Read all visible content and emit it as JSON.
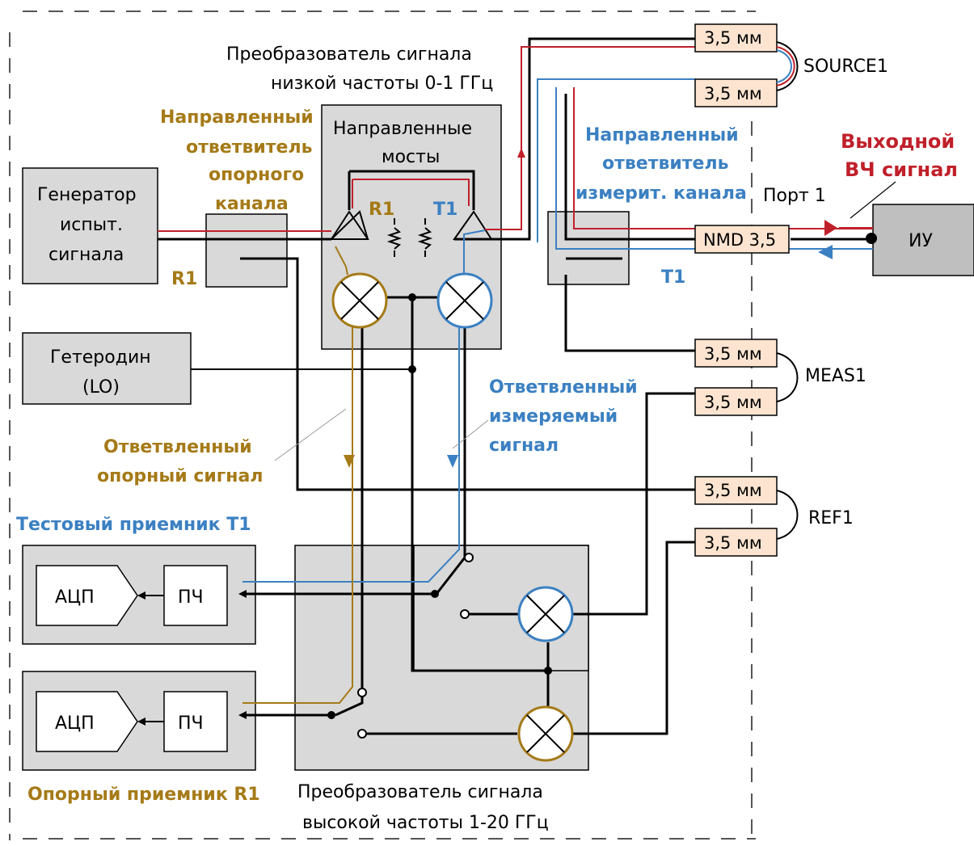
{
  "labels": {
    "lf_converter_1": "Преобразователь сигнала",
    "lf_converter_2": "низкой частоты 0-1 ГГц",
    "ref_coupler_1": "Направленный",
    "ref_coupler_2": "ответвитель",
    "ref_coupler_3": "опорного",
    "ref_coupler_4": "канала",
    "bridges_1": "Направленные",
    "bridges_2": "мосты",
    "meas_coupler_1": "Направленный",
    "meas_coupler_2": "ответвитель",
    "meas_coupler_3": "измерит. канала",
    "output_rf_1": "Выходной",
    "output_rf_2": "ВЧ сигнал",
    "port1": "Порт 1",
    "dut": "ИУ",
    "gen_1": "Генератор",
    "gen_2": "испыт.",
    "gen_3": "сигнала",
    "lo_1": "Гетеродин",
    "lo_2": "(LO)",
    "r1_coupler": "R1",
    "t1_coupler": "T1",
    "r1_bridge": "R1",
    "t1_bridge": "T1",
    "coupled_meas_1": "Ответвленный",
    "coupled_meas_2": "измеряемый",
    "coupled_meas_3": "сигнал",
    "coupled_ref_1": "Ответвленный",
    "coupled_ref_2": "опорный сигнал",
    "test_rx": "Тестовый приемник T1",
    "ref_rx": "Опорный приемник R1",
    "adc": "АЦП",
    "if": "ПЧ",
    "hf_converter_1": "Преобразователь сигнала",
    "hf_converter_2": "высокой частоты 1-20 ГГц",
    "source1": "SOURCE1",
    "meas1": "MEAS1",
    "ref1": "REF1",
    "connector": "3,5 мм",
    "nmd": "NMD 3,5"
  },
  "colors": {
    "gold": "#a57a17",
    "blue": "#3b80c2",
    "red": "#c0202a",
    "box_fill": "#d9d9d9",
    "connector_fill": "#fce4d0"
  }
}
